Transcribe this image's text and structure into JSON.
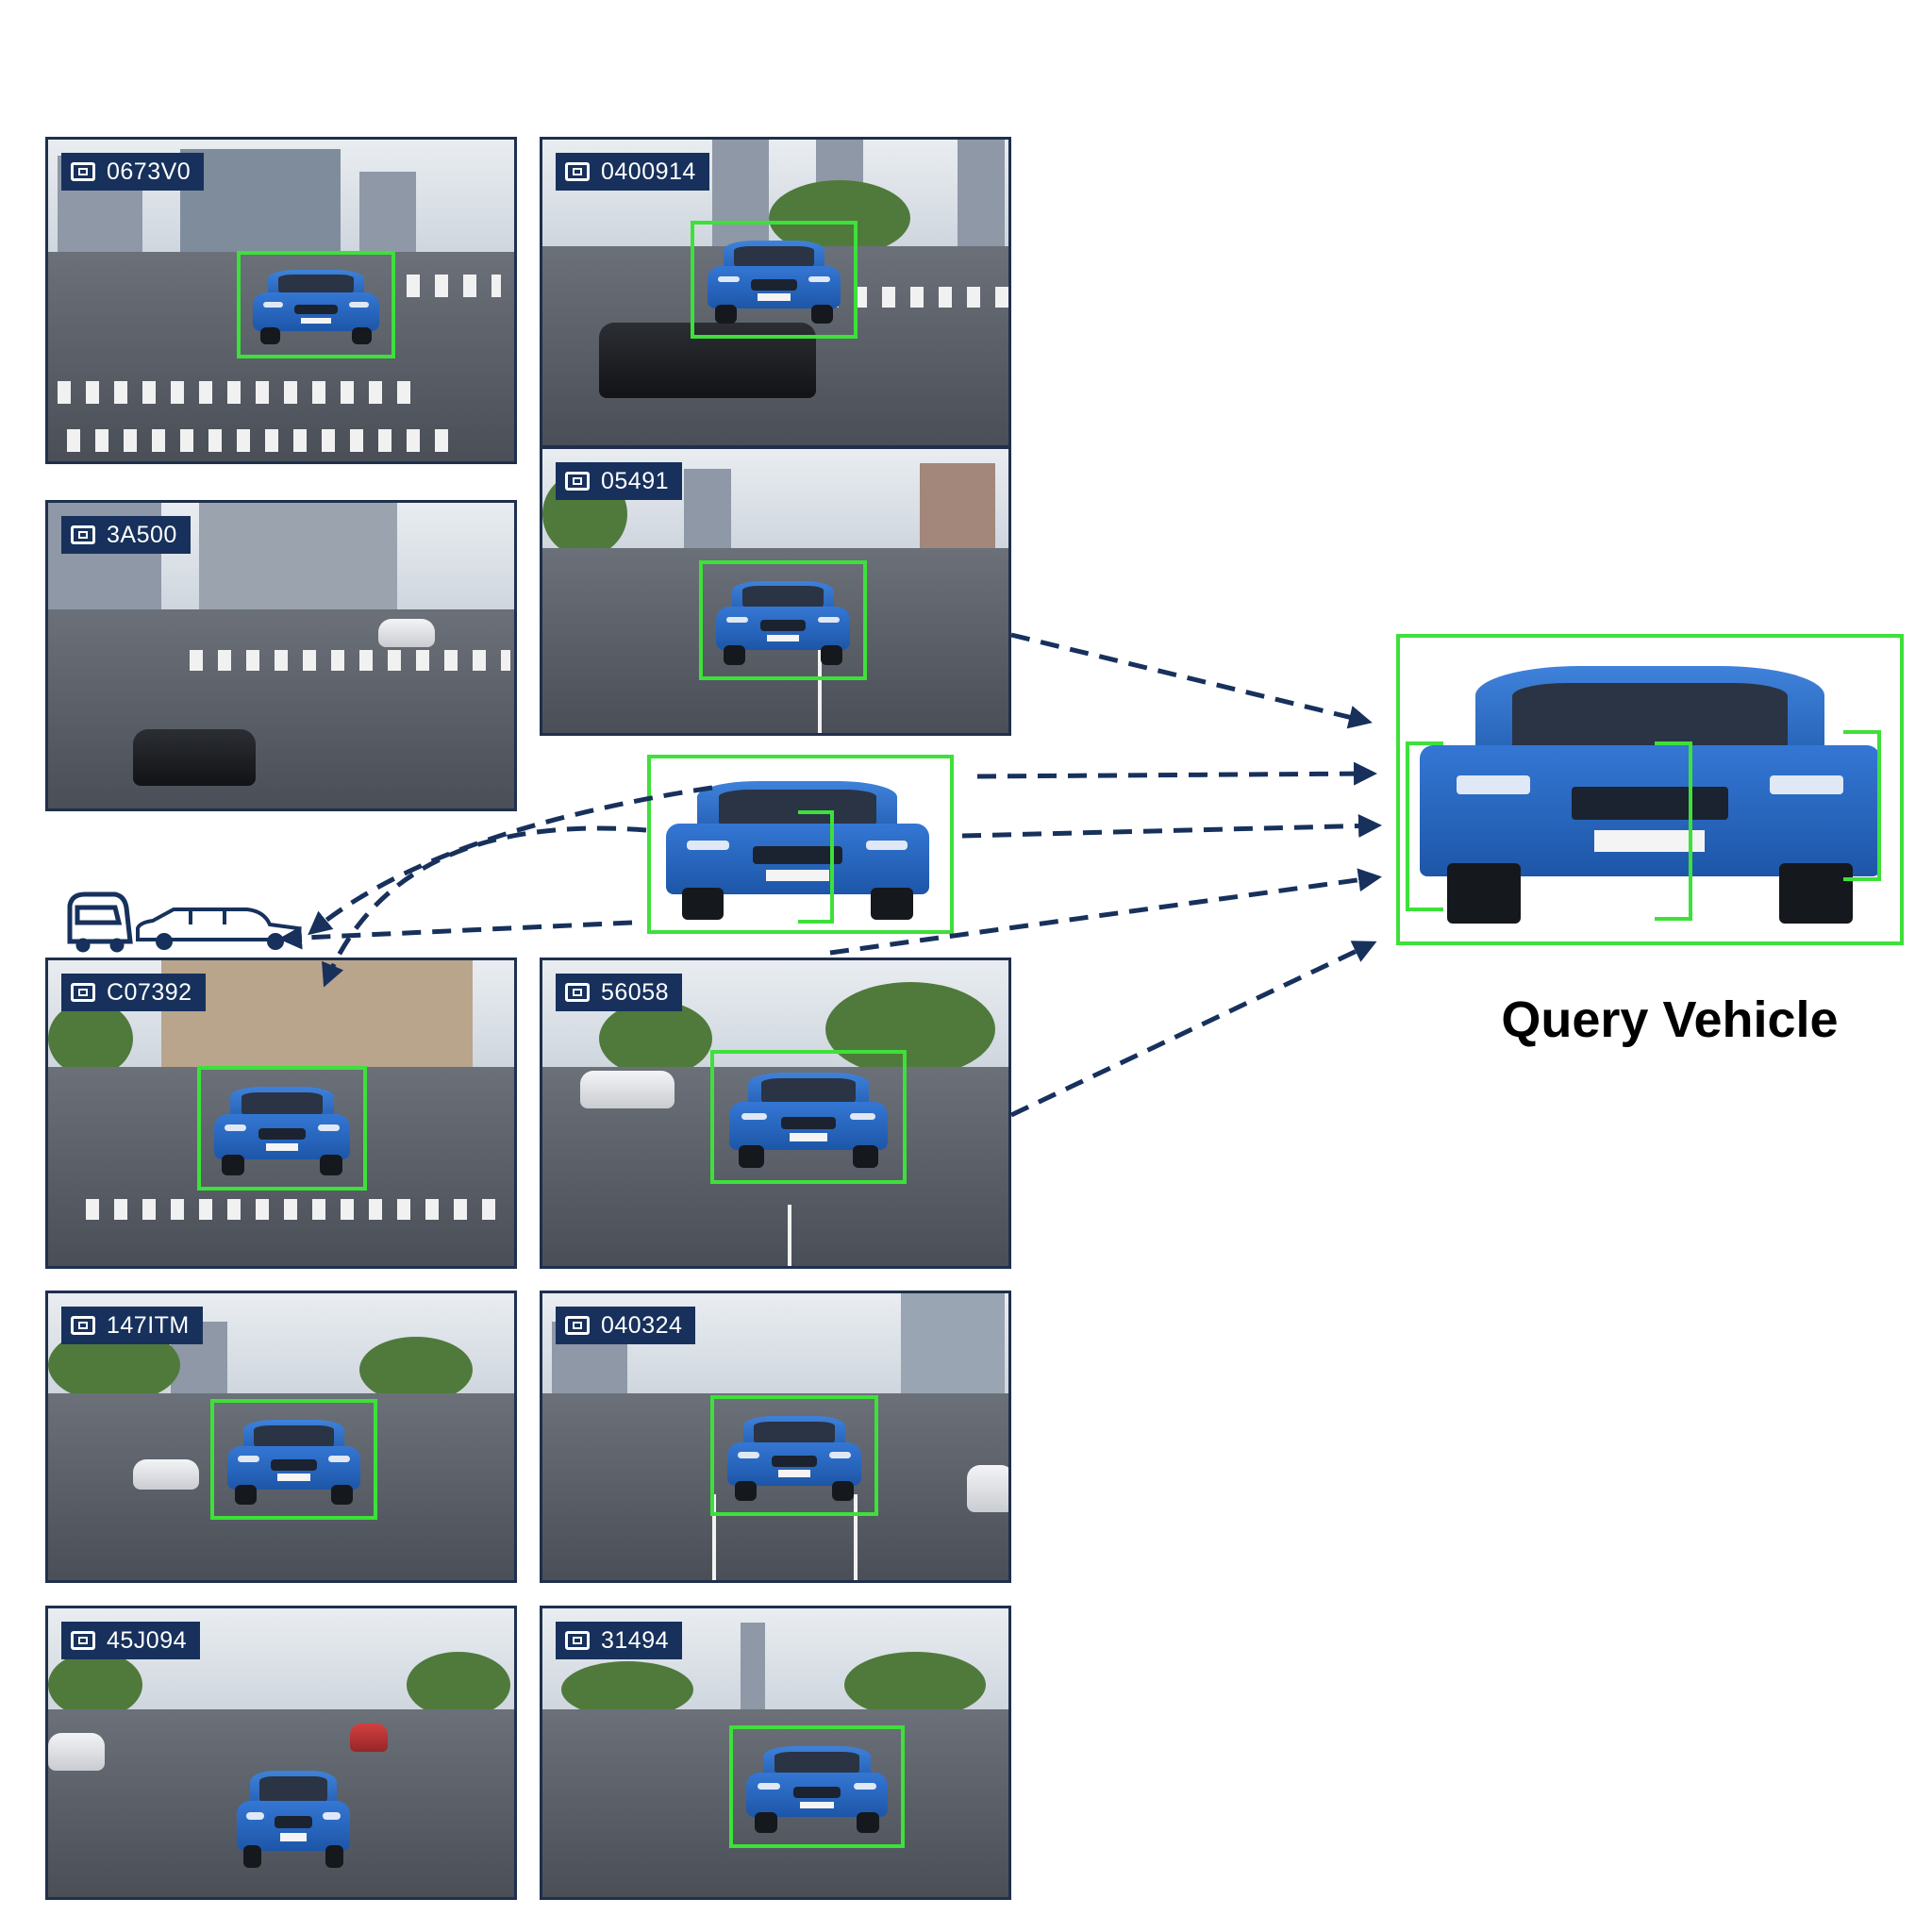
{
  "frames": [
    {
      "id": "f1",
      "label": "0673V0"
    },
    {
      "id": "f2",
      "label": "0400914"
    },
    {
      "id": "f3",
      "label": "3A500"
    },
    {
      "id": "f4",
      "label": "05491"
    },
    {
      "id": "f5",
      "label": "C07392"
    },
    {
      "id": "f6",
      "label": "56058"
    },
    {
      "id": "f7",
      "label": "147ITM"
    },
    {
      "id": "f8",
      "label": "040324"
    },
    {
      "id": "f9",
      "label": "45J094"
    },
    {
      "id": "f10",
      "label": "31494"
    }
  ],
  "query": {
    "label": "Query Vehicle"
  },
  "colors": {
    "box": "#3ee03a",
    "badge": "#17315c",
    "arrow": "#17315c",
    "vehicle": "#2563c2"
  },
  "icons": [
    "camera-icon",
    "car-side-icon",
    "van-icon"
  ]
}
